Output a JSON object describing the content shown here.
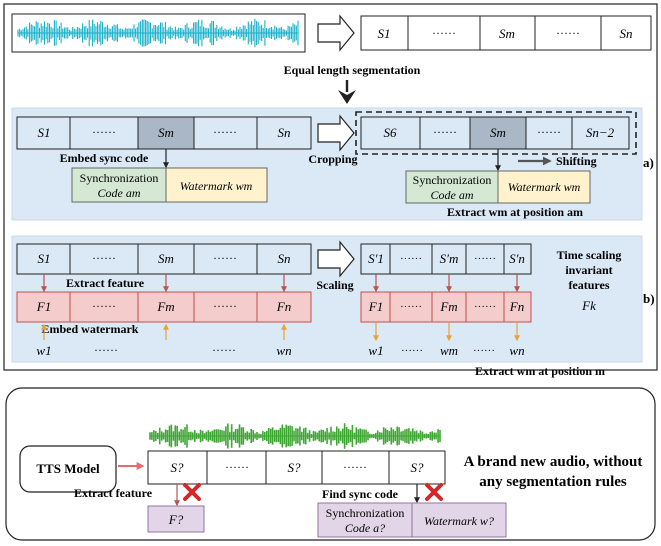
{
  "colors": {
    "panel_blue": "#dbe9f6",
    "segment_blue": "#dbe9f6",
    "segment_grey": "#a9b7c6",
    "feature_red": "#f4cccc",
    "feature_red_border": "#c0504d",
    "sync_green": "#d5e8d4",
    "watermark_yellow": "#fff2cc",
    "audio_teal": "#1ab0c8",
    "audio_green": "#3ea632",
    "purple": "#e1d5e7",
    "arrow_orange": "#e6a23c",
    "arrow_red": "#b85450",
    "cross_red": "#d62728",
    "tts_arrow": "#e86a6a"
  },
  "top": {
    "segments": [
      "S1",
      "······",
      "Sm",
      "······",
      "Sn"
    ],
    "equal_length_label": "Equal length segmentation"
  },
  "panel_a": {
    "tag": "a)",
    "left_segments": [
      "S1",
      "······",
      "Sm",
      "······",
      "Sn"
    ],
    "embed_sync_label": "Embed sync code",
    "cropping_label": "Cropping",
    "right_segments": [
      "S6",
      "······",
      "Sm",
      "······",
      "Sn−2"
    ],
    "shifting_label": "Shifting",
    "sync_box_line1": "Synchronization",
    "sync_box_line2": "Code am",
    "watermark_box": "Watermark wm",
    "extract_label": "Extract wm at position am"
  },
  "panel_b": {
    "tag": "b)",
    "left_segments": [
      "S1",
      "······",
      "Sm",
      "······",
      "Sn"
    ],
    "extract_feature_label": "Extract feature",
    "scaling_label": "Scaling",
    "features_left": [
      "F1",
      "······",
      "Fm",
      "······",
      "Fn"
    ],
    "embed_watermark_label": "Embed watermark",
    "w_left": [
      "w1",
      "······",
      "······",
      "wn"
    ],
    "right_segments": [
      "S′1",
      "······",
      "S′m",
      "······",
      "S′n"
    ],
    "features_right": [
      "F1",
      "······",
      "Fm",
      "······",
      "Fn"
    ],
    "w_right": [
      "w1",
      "······",
      "wm",
      "······",
      "wn"
    ],
    "invariant_line1": "Time scaling",
    "invariant_line2": "invariant",
    "invariant_line3": "features",
    "fk": "Fk",
    "extract_label": "Extract wm at position m"
  },
  "bottom": {
    "tts_model": "TTS Model",
    "segments": [
      "S?",
      "······",
      "S?",
      "······",
      "S?"
    ],
    "extract_feature_label": "Extract feature",
    "find_sync_label": "Find sync code",
    "feature_box": "F?",
    "sync_line1": "Synchronization",
    "sync_line2": "Code a?",
    "watermark_box": "Watermark w?",
    "headline_line1": "A brand new audio, without",
    "headline_line2": "any segmentation rules"
  }
}
